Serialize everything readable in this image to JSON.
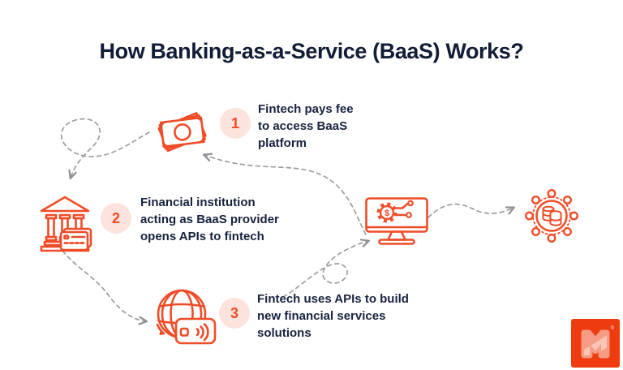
{
  "title": "How Banking-as-a-Service (BaaS) Works?",
  "steps": [
    {
      "number": "1",
      "icon": "banknotes-icon",
      "lines": [
        "Fintech pays fee",
        "to access BaaS",
        "platform"
      ]
    },
    {
      "number": "2",
      "icon": "bank-building-card-icon",
      "lines": [
        "Financial institution",
        "acting as BaaS provider",
        "opens APIs to fintech"
      ]
    },
    {
      "number": "3",
      "icon": "globe-contactless-card-icon",
      "lines": [
        "Fintech uses APIs to build",
        "new financial services",
        "solutions"
      ]
    }
  ],
  "icons": {
    "monitor": {
      "name": "monitor-gear-api-icon",
      "glyph": "$"
    },
    "network": {
      "name": "coins-data-network-icon"
    }
  },
  "logo": {
    "letter": "M",
    "registered": "®"
  },
  "colors": {
    "accent": "#f04c28",
    "accent_light": "#fce4dc",
    "text": "#17223f",
    "title": "#111c36",
    "dashes": "#98999d",
    "logo_bg": "#ef3b10",
    "logo_m": "#f59c83"
  }
}
